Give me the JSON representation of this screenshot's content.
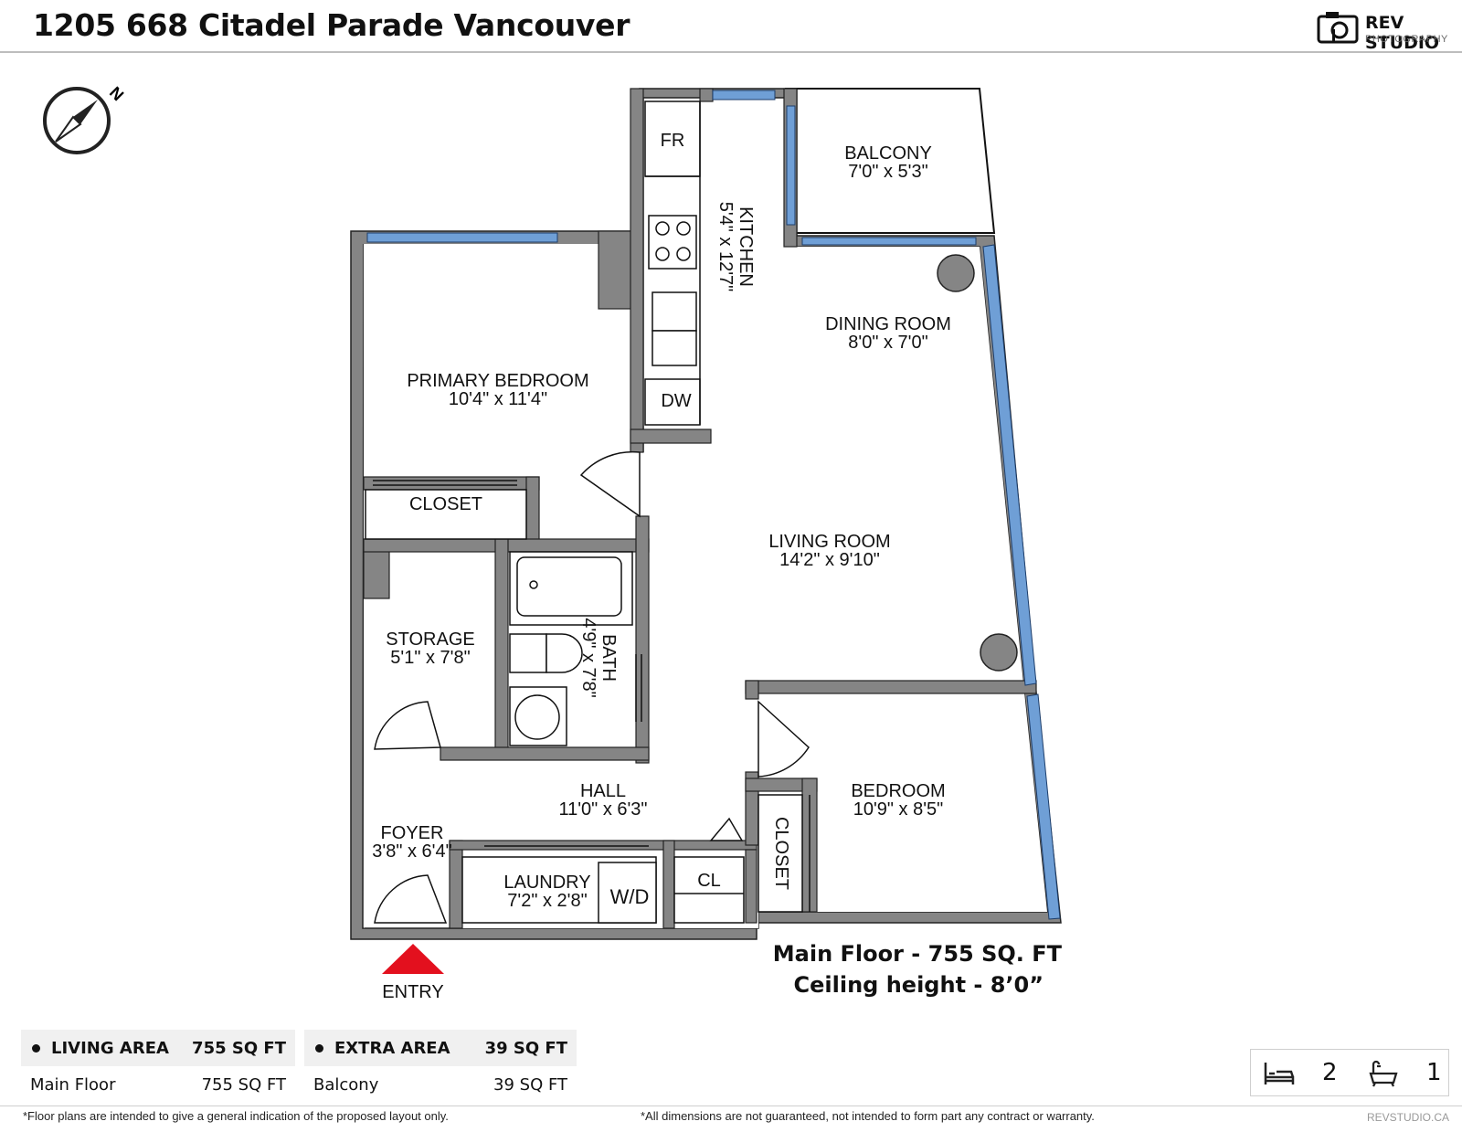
{
  "header": {
    "title": "1205 668 Citadel Parade Vancouver"
  },
  "logo": {
    "name": "REV STUDIO",
    "sub": "PHOTOGRAPHY"
  },
  "compass": {
    "label": "N"
  },
  "rooms": {
    "fr": "FR",
    "dw": "DW",
    "kitchen": {
      "name": "KITCHEN",
      "dims": "5'4\" x 12'7\""
    },
    "balcony": {
      "name": "BALCONY",
      "dims": "7'0\" x 5'3\""
    },
    "dining": {
      "name": "DINING ROOM",
      "dims": "8'0\" x 7'0\""
    },
    "primary": {
      "name": "PRIMARY BEDROOM",
      "dims": "10'4\" x 11'4\""
    },
    "closet1": "CLOSET",
    "living": {
      "name": "LIVING ROOM",
      "dims": "14'2\" x 9'10\""
    },
    "storage": {
      "name": "STORAGE",
      "dims": "5'1\" x 7'8\""
    },
    "bath": {
      "name": "BATH",
      "dims": "4'9\" x 7'8\""
    },
    "hall": {
      "name": "HALL",
      "dims": "11'0\" x 6'3\""
    },
    "bedroom": {
      "name": "BEDROOM",
      "dims": "10'9\" x 8'5\""
    },
    "closet2": "CLOSET",
    "foyer": {
      "name": "FOYER",
      "dims": "3'8\" x 6'4\""
    },
    "laundry": {
      "name": "LAUNDRY",
      "dims": "7'2\" x 2'8\""
    },
    "wd": "W/D",
    "cl": "CL",
    "entry": "ENTRY"
  },
  "summary": {
    "main_floor": "Main Floor - 755 SQ. FT",
    "ceiling": "Ceiling height - 8’0”"
  },
  "areas": {
    "living": {
      "label": "LIVING AREA",
      "total": "755 SQ FT",
      "row_label": "Main Floor",
      "row_value": "755 SQ FT"
    },
    "extra": {
      "label": "EXTRA AREA",
      "total": "39 SQ FT",
      "row_label": "Balcony",
      "row_value": "39 SQ FT"
    }
  },
  "counts": {
    "bedrooms": "2",
    "bathrooms": "1"
  },
  "footer": {
    "left": "*Floor plans are intended to give a general indication of the proposed layout only.",
    "middle": "*All dimensions are not guaranteed, not intended to form part any contract or warranty.",
    "right": "REVSTUDIO.CA"
  },
  "colors": {
    "wall": "#858585",
    "window": "#6f9fd6",
    "entry_arrow": "#e3101e"
  }
}
